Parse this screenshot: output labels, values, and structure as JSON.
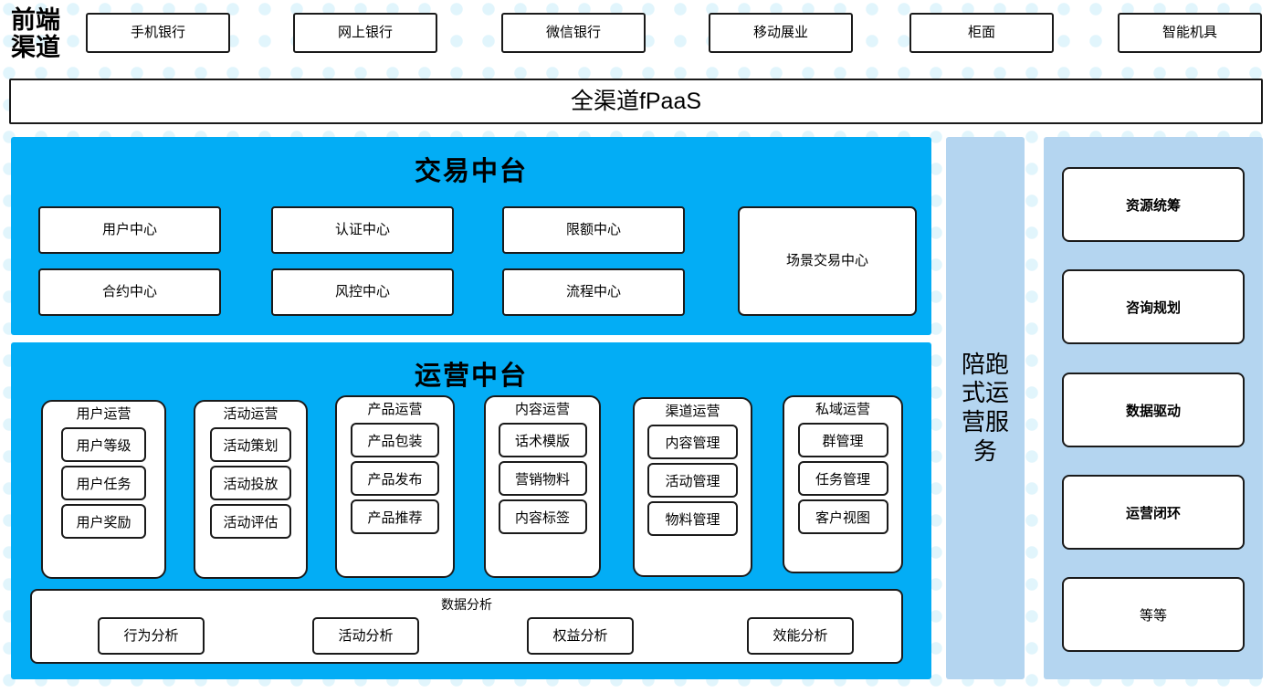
{
  "colors": {
    "cyan_panel": "#03adf5",
    "light_blue_panel": "#b4d5f0",
    "box_border": "#1a1a1a",
    "box_fill": "#ffffff",
    "background_dot": "#e1f5fc"
  },
  "frontend": {
    "label": "前端\n渠道",
    "label_line1": "前端",
    "label_line2": "渠道",
    "channels": [
      {
        "label": "手机银行"
      },
      {
        "label": "网上银行"
      },
      {
        "label": "微信银行"
      },
      {
        "label": "移动展业"
      },
      {
        "label": "柜面"
      },
      {
        "label": "智能机具"
      }
    ]
  },
  "fpaas": {
    "label": "全渠道fPaaS"
  },
  "trade_platform": {
    "title": "交易中台",
    "chips": [
      {
        "label": "用户中心"
      },
      {
        "label": "认证中心"
      },
      {
        "label": "限额中心"
      },
      {
        "label": "合约中心"
      },
      {
        "label": "风控中心"
      },
      {
        "label": "流程中心"
      }
    ],
    "scene_box": {
      "label": "场景交易中心"
    }
  },
  "ops_platform": {
    "title": "运营中台",
    "columns": [
      {
        "title": "用户运营",
        "items": [
          {
            "label": "用户等级"
          },
          {
            "label": "用户任务"
          },
          {
            "label": "用户奖励"
          }
        ]
      },
      {
        "title": "活动运营",
        "items": [
          {
            "label": "活动策划"
          },
          {
            "label": "活动投放"
          },
          {
            "label": "活动评估"
          }
        ]
      },
      {
        "title": "产品运营",
        "items": [
          {
            "label": "产品包装"
          },
          {
            "label": "产品发布"
          },
          {
            "label": "产品推荐"
          }
        ]
      },
      {
        "title": "内容运营",
        "items": [
          {
            "label": "话术模版"
          },
          {
            "label": "营销物料"
          },
          {
            "label": "内容标签"
          }
        ]
      },
      {
        "title": "渠道运营",
        "items": [
          {
            "label": "内容管理"
          },
          {
            "label": "活动管理"
          },
          {
            "label": "物料管理"
          }
        ]
      },
      {
        "title": "私域运营",
        "items": [
          {
            "label": "群管理"
          },
          {
            "label": "任务管理"
          },
          {
            "label": "客户视图"
          }
        ]
      }
    ],
    "data_analysis": {
      "title": "数据分析",
      "items": [
        {
          "label": "行为分析"
        },
        {
          "label": "活动分析"
        },
        {
          "label": "权益分析"
        },
        {
          "label": "效能分析"
        }
      ]
    }
  },
  "service_column": {
    "label": "陪跑式运营服务",
    "cards": [
      {
        "label": "资源统筹",
        "bold": true
      },
      {
        "label": "咨询规划",
        "bold": true
      },
      {
        "label": "数据驱动",
        "bold": true
      },
      {
        "label": "运营闭环",
        "bold": true
      },
      {
        "label": "等等",
        "bold": false
      }
    ]
  }
}
